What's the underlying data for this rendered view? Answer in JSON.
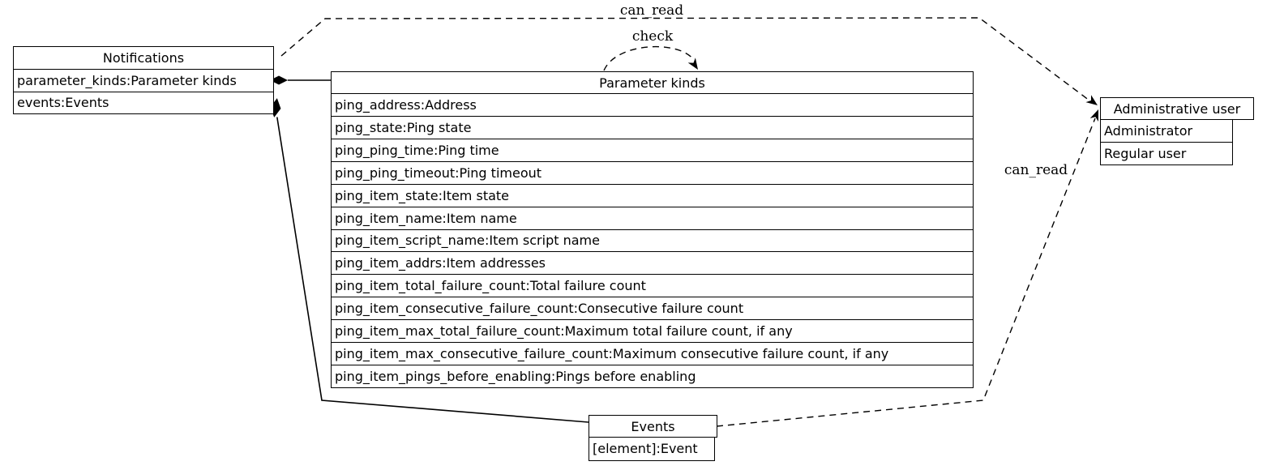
{
  "nodes": {
    "notifications": {
      "title": "Notifications",
      "rows": [
        "parameter_kinds:Parameter kinds",
        "events:Events"
      ]
    },
    "parameter_kinds": {
      "title": "Parameter kinds",
      "rows": [
        "ping_address:Address",
        "ping_state:Ping state",
        "ping_ping_time:Ping time",
        "ping_ping_timeout:Ping timeout",
        "ping_item_state:Item state",
        "ping_item_name:Item name",
        "ping_item_script_name:Item script name",
        "ping_item_addrs:Item addresses",
        "ping_item_total_failure_count:Total failure count",
        "ping_item_consecutive_failure_count:Consecutive failure count",
        "ping_item_max_total_failure_count:Maximum total failure count, if any",
        "ping_item_max_consecutive_failure_count:Maximum consecutive failure count, if any",
        "ping_item_pings_before_enabling:Pings before enabling"
      ]
    },
    "administrative_user": {
      "title": "Administrative user",
      "rows": [
        "Administrator",
        "Regular user"
      ]
    },
    "events": {
      "title": "Events",
      "rows": [
        "[element]:Event"
      ]
    }
  },
  "edge_labels": {
    "can_read_top": "can_read",
    "check": "check",
    "can_read_bottom": "can_read"
  },
  "edges": [
    {
      "from": "Notifications.parameter_kinds",
      "to": "Parameter kinds",
      "type": "composition",
      "style": "solid",
      "label": ""
    },
    {
      "from": "Notifications.events",
      "to": "Events",
      "type": "composition",
      "style": "solid",
      "label": ""
    },
    {
      "from": "Notifications",
      "to": "Administrative user",
      "type": "dependency",
      "style": "dashed",
      "label": "can_read"
    },
    {
      "from": "Parameter kinds",
      "to": "Parameter kinds",
      "type": "self-dependency",
      "style": "dashed",
      "label": "check"
    },
    {
      "from": "Events",
      "to": "Administrative user",
      "type": "dependency",
      "style": "dashed",
      "label": "can_read"
    }
  ],
  "colors": {
    "background": "#ffffff",
    "line": "#000000",
    "text": "#000000"
  }
}
